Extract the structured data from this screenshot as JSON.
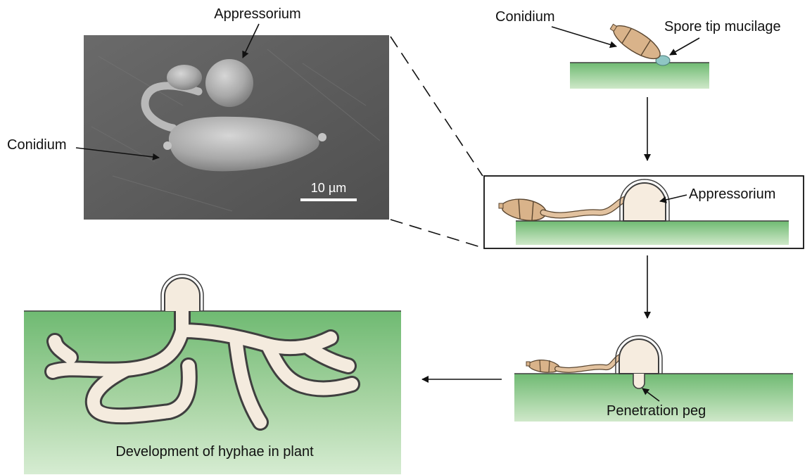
{
  "labels": {
    "sem_appressorium": "Appressorium",
    "sem_conidium": "Conidium",
    "scale_bar": "10 µm",
    "stage1_conidium": "Conidium",
    "stage1_mucilage": "Spore tip mucilage",
    "stage2_appressorium": "Appressorium",
    "stage3_peg": "Penetration peg",
    "hyphae_caption": "Development of hyphae in plant"
  },
  "colors": {
    "plant_green_top": "#6fba72",
    "plant_green_bottom": "#cfe8c9",
    "fungus_tan": "#d9b38a",
    "fungus_outline": "#5a4630",
    "appressorium_fill": "#f6ecdf",
    "mucilage": "#8fc6c4",
    "sem_background": "#5d5d5d"
  }
}
